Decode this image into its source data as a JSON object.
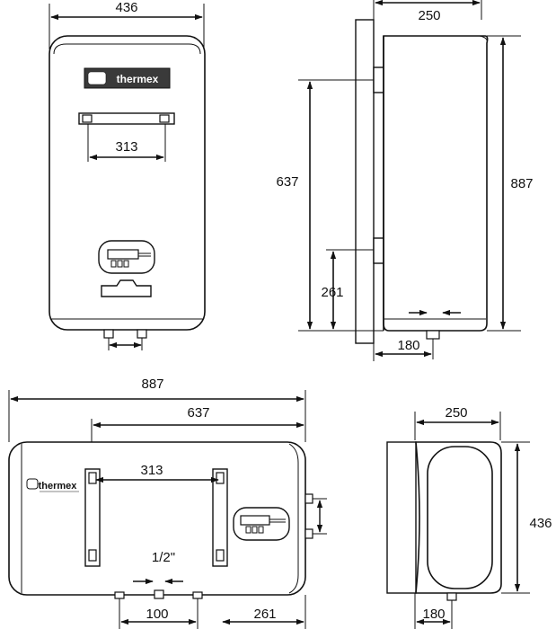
{
  "brand": "thermex",
  "views": {
    "front_vertical": {
      "width_label": "436",
      "bracket_label": "313"
    },
    "side_vertical": {
      "depth_label": "250",
      "bracket_span_label": "637",
      "height_label": "887",
      "lower_bracket_label": "261",
      "outlet_label": "180"
    },
    "front_horizontal": {
      "length_label": "887",
      "bracket_span_label": "637",
      "bracket_label": "313",
      "pipe_label": "1/2\"",
      "pipe_spacing_label": "100",
      "offset_label": "261"
    },
    "end_horizontal": {
      "depth_label": "250",
      "height_label": "436",
      "outlet_label": "180"
    }
  }
}
